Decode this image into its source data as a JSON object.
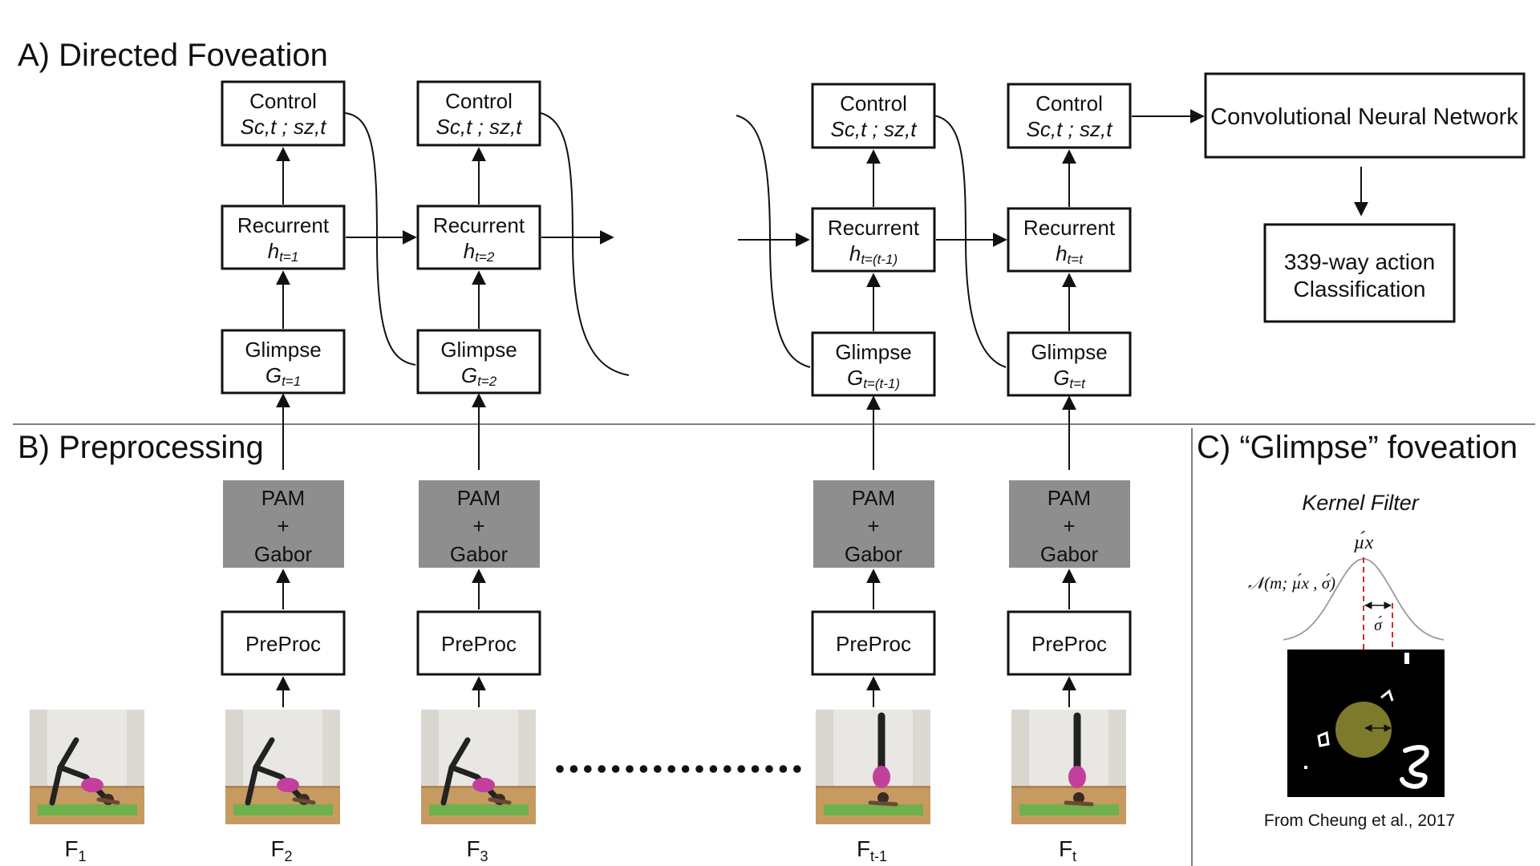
{
  "sections": {
    "a": "A) Directed Foveation",
    "b": "B) Preprocessing",
    "c": "C) “Glimpse” foveation"
  },
  "columns": [
    {
      "control": "Control",
      "control_sub": "Sc,t ; sz,t",
      "rec": "Recurrent",
      "rec_sym": "h",
      "rec_sub": "t=1",
      "glimpse": "Glimpse",
      "glimpse_sym": "G",
      "glimpse_sub": "t=1",
      "pam": [
        "PAM",
        "+",
        "Gabor"
      ],
      "preproc": "PreProc",
      "frame_sym": "F",
      "frame_sub": "2"
    },
    {
      "control": "Control",
      "control_sub": "Sc,t ; sz,t",
      "rec": "Recurrent",
      "rec_sym": "h",
      "rec_sub": "t=2",
      "glimpse": "Glimpse",
      "glimpse_sym": "G",
      "glimpse_sub": "t=2",
      "pam": [
        "PAM",
        "+",
        "Gabor"
      ],
      "preproc": "PreProc",
      "frame_sym": "F",
      "frame_sub": "3"
    },
    {
      "control": "Control",
      "control_sub": "Sc,t ; sz,t",
      "rec": "Recurrent",
      "rec_sym": "h",
      "rec_sub": "t=(t-1)",
      "glimpse": "Glimpse",
      "glimpse_sym": "G",
      "glimpse_sub": "t=(t-1)",
      "pam": [
        "PAM",
        "+",
        "Gabor"
      ],
      "preproc": "PreProc",
      "frame_sym": "F",
      "frame_sub": "t-1"
    },
    {
      "control": "Control",
      "control_sub": "Sc,t ; sz,t",
      "rec": "Recurrent",
      "rec_sym": "h",
      "rec_sub": "t=t",
      "glimpse": "Glimpse",
      "glimpse_sym": "G",
      "glimpse_sub": "t=t",
      "pam": [
        "PAM",
        "+",
        "Gabor"
      ],
      "preproc": "PreProc",
      "frame_sym": "F",
      "frame_sub": "t"
    }
  ],
  "first_frame": {
    "sym": "F",
    "sub": "1"
  },
  "cnn": "Convolutional Neural Network",
  "classification": [
    "339-way action",
    "Classification"
  ],
  "kernel": {
    "title": "Kernel Filter",
    "mu_label": "µ́x",
    "formula": "𝒩(m; µ́x , σ́)",
    "sigma_label": "σ́"
  },
  "citation": "From Cheung et al., 2017",
  "colors": {
    "gray_box": "#8e8e8e",
    "glimpse_blob": "#7d7a2c",
    "guide_dash": "#d12a2a",
    "mnist_bg": "#000000",
    "floor": "#c79a62",
    "mat": "#6fb04d",
    "wall": "#e9e7e3"
  }
}
